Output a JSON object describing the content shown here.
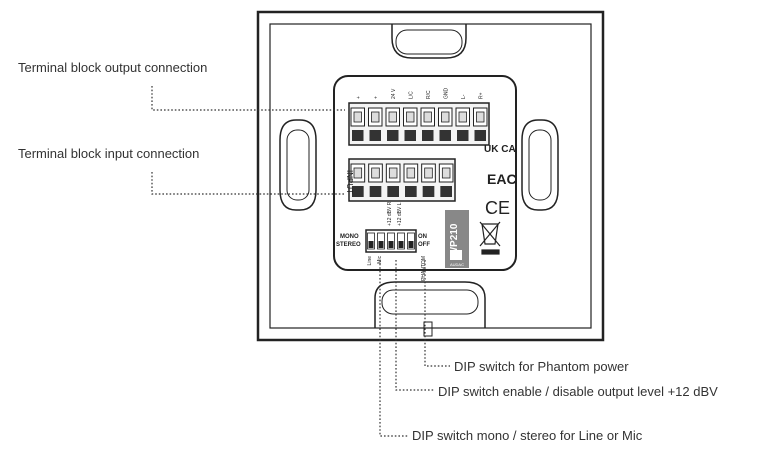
{
  "callouts": {
    "output_connection": "Terminal block output connection",
    "input_connection": "Terminal block input connection",
    "phantom_power": "DIP switch for Phantom power",
    "output_level": "DIP switch enable / disable output level +12 dBV",
    "mono_stereo": "DIP switch mono / stereo for Line or Mic"
  },
  "device": {
    "model": "WP210",
    "brand": "AUDAC",
    "input_label": "INPUT",
    "mono_label": "MONO",
    "stereo_label": "STEREO",
    "on_label": "ON",
    "off_label": "OFF",
    "marks": {
      "ukca": "UK CA",
      "eac": "EAC",
      "ce": "CE"
    },
    "output_terminals": [
      "+",
      "+",
      "24 V",
      "L/C",
      "R/C",
      "GND",
      "L-",
      "R+"
    ],
    "dip_labels": [
      "Line",
      "Mic",
      "+12 dBV R",
      "+12 dBV L",
      "PHANTOM"
    ]
  }
}
